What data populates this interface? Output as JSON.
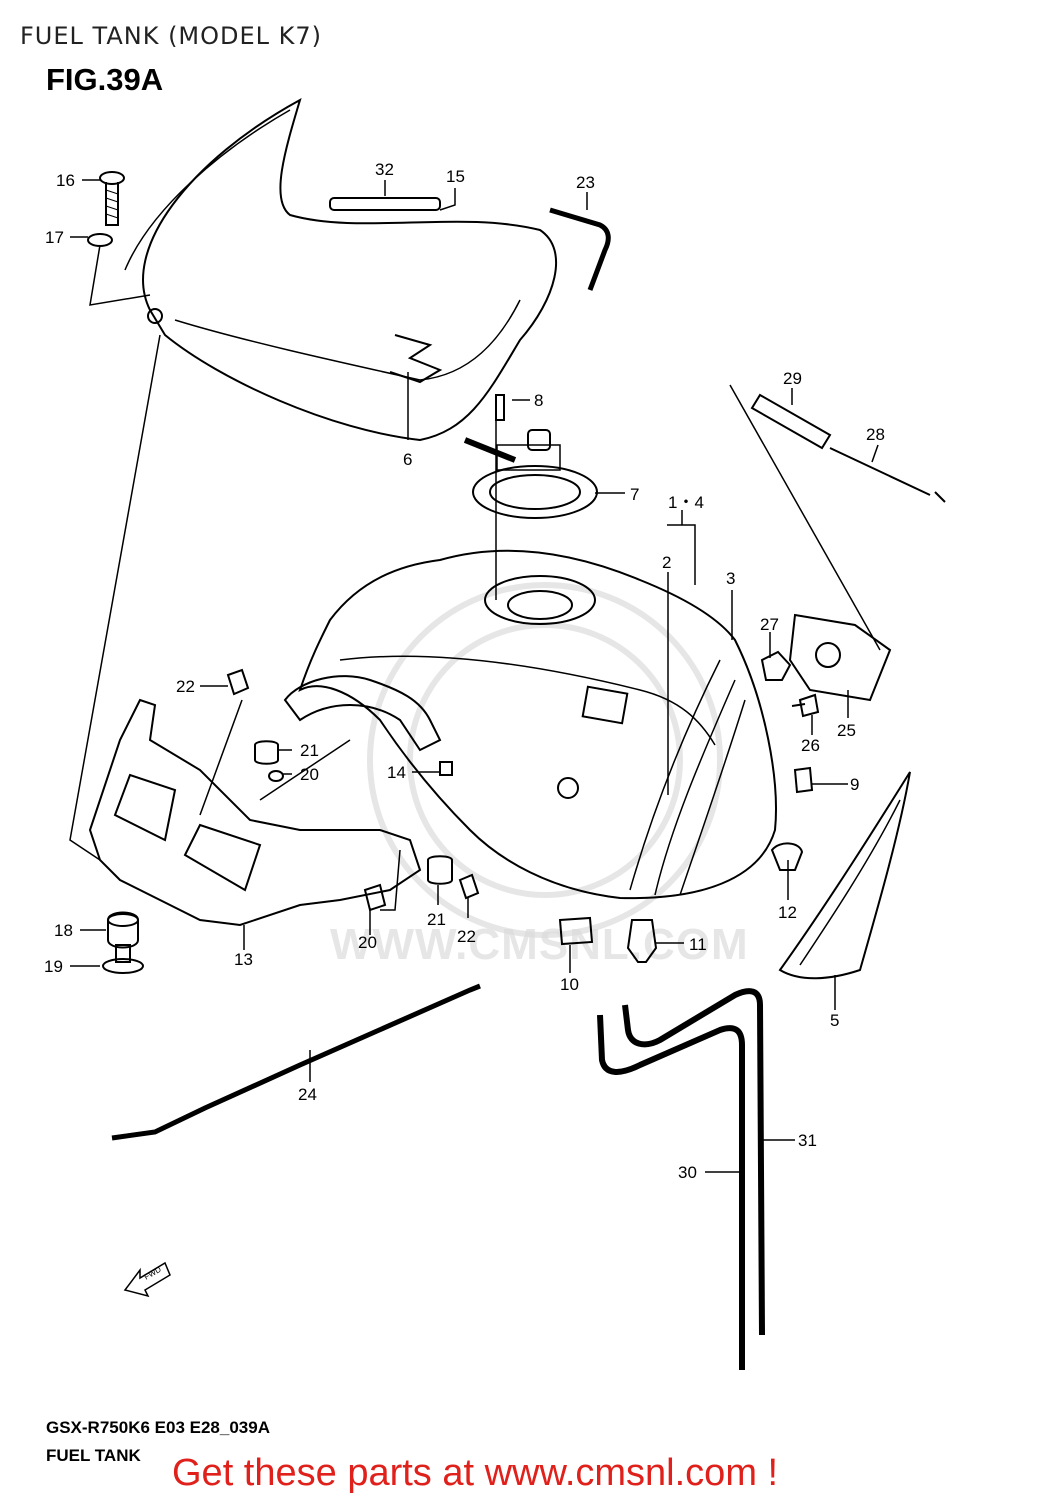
{
  "page": {
    "title": "FUEL TANK (MODEL K7)",
    "figure": "FIG.39A"
  },
  "callouts": [
    {
      "id": "c16",
      "text": "16"
    },
    {
      "id": "c17",
      "text": "17"
    },
    {
      "id": "c32",
      "text": "32"
    },
    {
      "id": "c15",
      "text": "15"
    },
    {
      "id": "c23",
      "text": "23"
    },
    {
      "id": "c8",
      "text": "8"
    },
    {
      "id": "c6",
      "text": "6"
    },
    {
      "id": "c29",
      "text": "29"
    },
    {
      "id": "c28",
      "text": "28"
    },
    {
      "id": "c7",
      "text": "7"
    },
    {
      "id": "c1-4",
      "text": "1・4"
    },
    {
      "id": "c2",
      "text": "2"
    },
    {
      "id": "c3",
      "text": "3"
    },
    {
      "id": "c27",
      "text": "27"
    },
    {
      "id": "c25",
      "text": "25"
    },
    {
      "id": "c26",
      "text": "26"
    },
    {
      "id": "c22a",
      "text": "22"
    },
    {
      "id": "c21a",
      "text": "21"
    },
    {
      "id": "c20a",
      "text": "20"
    },
    {
      "id": "c14",
      "text": "14"
    },
    {
      "id": "c9",
      "text": "9"
    },
    {
      "id": "c12",
      "text": "12"
    },
    {
      "id": "c18",
      "text": "18"
    },
    {
      "id": "c19",
      "text": "19"
    },
    {
      "id": "c13",
      "text": "13"
    },
    {
      "id": "c20b",
      "text": "20"
    },
    {
      "id": "c21b",
      "text": "21"
    },
    {
      "id": "c22b",
      "text": "22"
    },
    {
      "id": "c10",
      "text": "10"
    },
    {
      "id": "c11",
      "text": "11"
    },
    {
      "id": "c5",
      "text": "5"
    },
    {
      "id": "c24",
      "text": "24"
    },
    {
      "id": "c31",
      "text": "31"
    },
    {
      "id": "c30",
      "text": "30"
    }
  ],
  "fwd_arrow_label": "FWD",
  "watermark": "WWW.CMSNL.COM",
  "footer": {
    "model_code": "GSX-R750K6 E03 E28_039A",
    "section_name": "FUEL TANK",
    "cta": "Get these parts at www.cmsnl.com !"
  }
}
